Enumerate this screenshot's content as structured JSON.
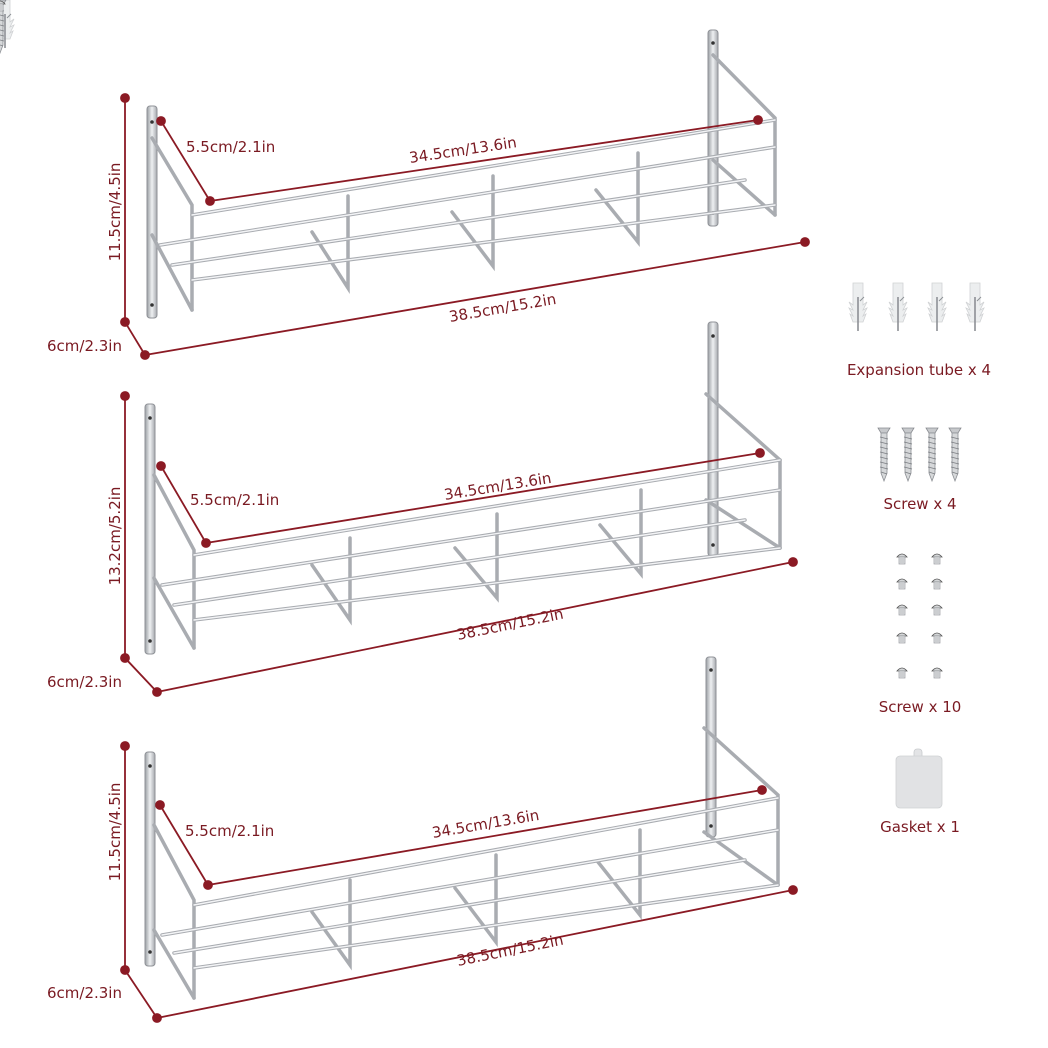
{
  "colors": {
    "dimension": "#8b1a24",
    "dimension_text": "#7a1a22",
    "wire": "#b9bcc0",
    "wire_highlight": "#eef0f2",
    "background": "#ffffff"
  },
  "racks": [
    {
      "id": "rack-1",
      "height_label": "11.5cm/4.5in",
      "side_depth_label": "5.5cm/2.1in",
      "inner_length_label": "34.5cm/13.6in",
      "base_depth_label": "6cm/2.3in",
      "outer_length_label": "38.5cm/15.2in"
    },
    {
      "id": "rack-2",
      "height_label": "13.2cm/5.2in",
      "side_depth_label": "5.5cm/2.1in",
      "inner_length_label": "34.5cm/13.6in",
      "base_depth_label": "6cm/2.3in",
      "outer_length_label": "38.5cm/15.2in"
    },
    {
      "id": "rack-3",
      "height_label": "11.5cm/4.5in",
      "side_depth_label": "5.5cm/2.1in",
      "inner_length_label": "34.5cm/13.6in",
      "base_depth_label": "6cm/2.3in",
      "outer_length_label": "38.5cm/15.2in"
    }
  ],
  "accessories": [
    {
      "name": "expansion-tube",
      "icon": "wall-anchor-icon",
      "label": "Expansion tube x 4",
      "count": 4
    },
    {
      "name": "long-screw",
      "icon": "wood-screw-icon",
      "label": "Screw x 4",
      "count": 4
    },
    {
      "name": "short-screw",
      "icon": "machine-screw-icon",
      "label": "Screw x 10",
      "count": 10
    },
    {
      "name": "gasket",
      "icon": "gasket-plate-icon",
      "label": "Gasket x 1",
      "count": 1
    }
  ]
}
